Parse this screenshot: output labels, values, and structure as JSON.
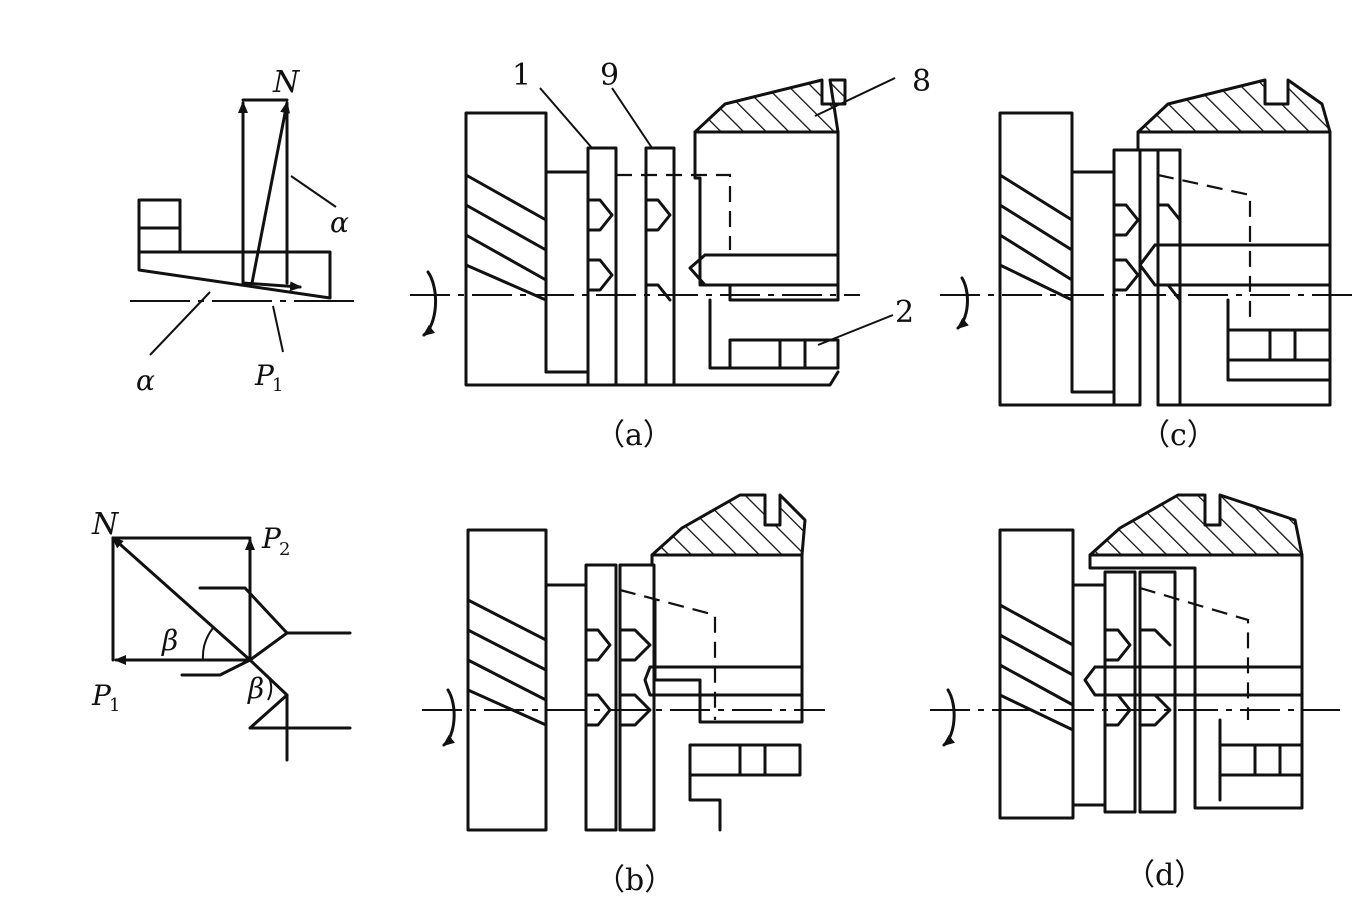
{
  "force_diagram_top": {
    "force_label": "N",
    "angle_label_upper": "α",
    "angle_label_lower": "α",
    "component_label": "P",
    "component_subscript": "1"
  },
  "force_diagram_bottom": {
    "force_label": "N",
    "vertical_component_label": "P",
    "vertical_component_subscript": "2",
    "horizontal_component_label": "P",
    "horizontal_component_subscript": "1",
    "angle_label_top": "β",
    "angle_label_bottom": "β"
  },
  "views": {
    "a": {
      "caption": "（a）",
      "part_labels": [
        "1",
        "9",
        "8",
        "2"
      ]
    },
    "b": {
      "caption": "（b）"
    },
    "c": {
      "caption": "（c）"
    },
    "d": {
      "caption": "（d）"
    }
  }
}
